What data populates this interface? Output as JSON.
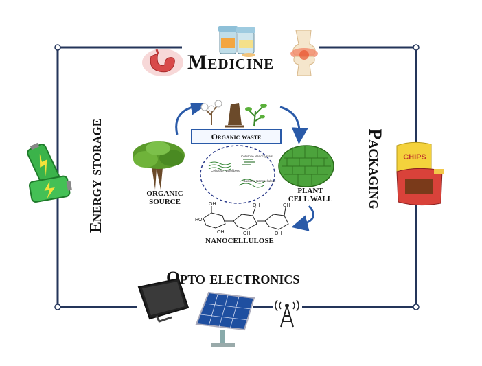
{
  "titles": {
    "medicine": "Medicine",
    "packaging": "Packaging",
    "opto_electronics": "Opto electronics",
    "energy_storage": "Energy storage"
  },
  "center": {
    "organic_waste": "Organic waste",
    "organic_source_line1": "ORGANIC",
    "organic_source_line2": "SOURCE",
    "plant_cell_wall_line1": "PLANT",
    "plant_cell_wall_line2": "CELL WALL",
    "nanocellulose": "NANOCELLULOSE",
    "circle_items": {
      "cellulose_nanofibers": "Cellulose Nanofibers",
      "cellulose_nanocrystals": "Cellulose Nanocrystals",
      "bacterial_nanocellulose": "Bacterial Nanocellulose"
    }
  },
  "packaging_chips_text": "CHIPS",
  "molecule_labels": [
    "HO",
    "OH",
    "OH",
    "OH",
    "OH",
    "OH",
    "OH"
  ],
  "colors": {
    "frame": "#24355a",
    "arrow": "#2a5aa8",
    "battery": "#3bb34a",
    "tree": "#5a9a2a",
    "cell_wall": "#4ca33c",
    "solar": "#1f4fa0"
  },
  "icons": [
    "stomach-icon",
    "pill-bottles-icon",
    "knee-joint-icon",
    "battery-icon",
    "chips-package-icon",
    "tv-screen-icon",
    "solar-panel-icon",
    "antenna-tower-icon",
    "tree-icon",
    "cotton-plant-icon",
    "cell-wall-icon",
    "nanocellulose-circle-icon",
    "cellulose-molecule-icon"
  ]
}
